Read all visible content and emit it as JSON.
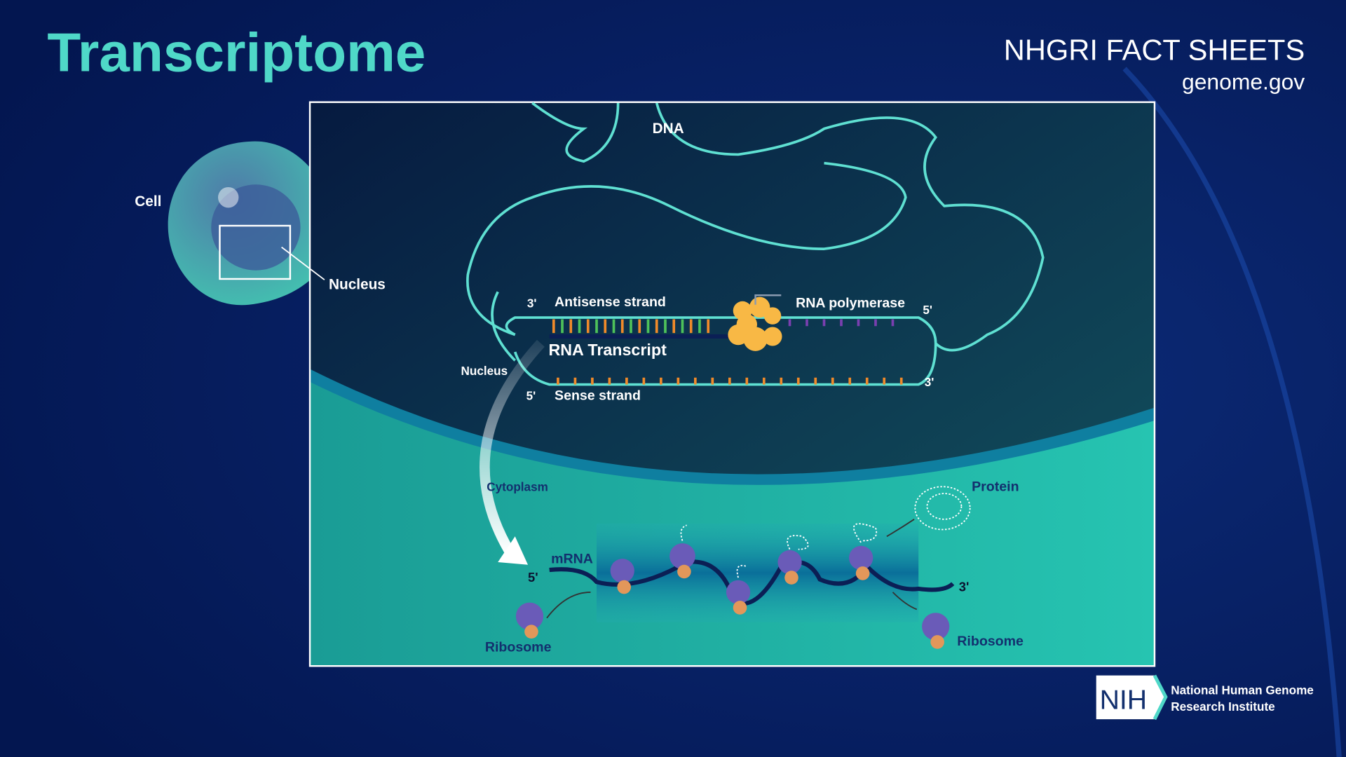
{
  "header": {
    "title": "Transcriptome",
    "series_label": "NHGRI FACT SHEETS",
    "website": "genome.gov"
  },
  "cell_inset": {
    "cell_label": "Cell",
    "nucleus_label": "Nucleus"
  },
  "diagram": {
    "dna_label": "DNA",
    "antisense_label": "Antisense strand",
    "antisense_3": "3'",
    "antisense_5": "5'",
    "polymerase_label": "RNA polymerase",
    "transcript_label": "RNA Transcript",
    "sense_label": "Sense strand",
    "sense_5": "5'",
    "sense_3": "3'",
    "nucleus_label": "Nucleus",
    "cytoplasm_label": "Cytoplasm",
    "mrna_label": "mRNA",
    "mrna_5": "5'",
    "mrna_3": "3'",
    "ribosome_left_label": "Ribosome",
    "ribosome_right_label": "Ribosome",
    "protein_label": "Protein"
  },
  "footer": {
    "logo_text": "NIH",
    "institute_line1": "National Human Genome",
    "institute_line2": "Research Institute"
  },
  "colors": {
    "background": "#041a5a",
    "title": "#4fd8c8",
    "dna_strand": "#5fe0d2",
    "cytoplasm": "#22bfae",
    "polymerase": "#f8b845",
    "ribosome": "#6a5bb8"
  }
}
